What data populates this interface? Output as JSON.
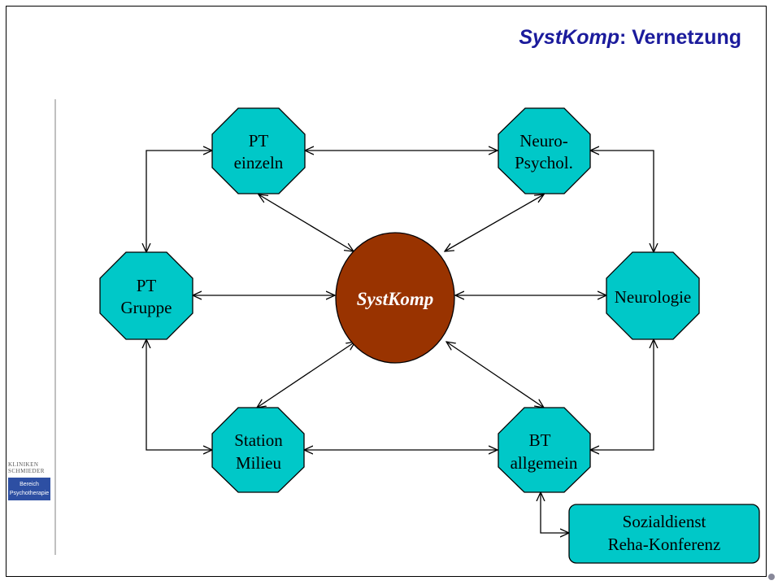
{
  "title": {
    "italic": "SystKomp",
    "rest": ": Vernetzung"
  },
  "center": "SystKomp",
  "nodes": {
    "pt_einzeln": [
      "PT",
      "einzeln"
    ],
    "neuro_psychol": [
      "Neuro-",
      "Psychol."
    ],
    "pt_gruppe": [
      "PT",
      "Gruppe"
    ],
    "neurologie": [
      "Neurologie"
    ],
    "station_milieu": [
      "Station",
      "Milieu"
    ],
    "bt_allgemein": [
      "BT",
      "allgemein"
    ],
    "sozialdienst": [
      "Sozialdienst",
      "Reha-Konferenz"
    ]
  },
  "logo": {
    "line1": "KLINIKEN",
    "line2": "SCHMIEDER",
    "box1": "Bereich",
    "box2": "Psychotherapie"
  },
  "colors": {
    "node_fill": "#00c8c8",
    "center_fill": "#993300",
    "title": "#1b1b9c"
  }
}
